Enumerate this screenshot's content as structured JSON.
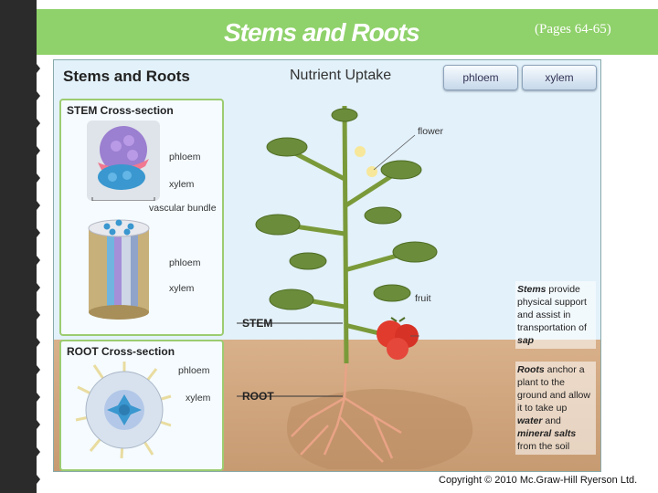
{
  "slide": {
    "title": "Stems and Roots",
    "pages": "(Pages 64-65)",
    "copyright": "Copyright © 2010 Mc.Graw-Hill Ryerson Ltd."
  },
  "figure": {
    "title": "Stems and Roots",
    "subtitle": "Nutrient Uptake",
    "buttons": [
      "phloem",
      "xylem"
    ],
    "stem_box": {
      "title": "STEM Cross-section",
      "labels": [
        "phloem",
        "xylem",
        "vascular bundle",
        "phloem",
        "xylem"
      ]
    },
    "root_box": {
      "title": "ROOT Cross-section",
      "labels": [
        "phloem",
        "xylem"
      ]
    },
    "plant_labels": {
      "flower": "flower",
      "fruit": "fruit",
      "stem": "STEM",
      "root": "ROOT"
    },
    "notes": {
      "stems_1": "Stems",
      "stems_2": " provide physical support and assist in transportation of ",
      "stems_3": "sap",
      "roots_1": "Roots",
      "roots_2": " anchor a plant to the ground and allow it to take up ",
      "roots_3": "water",
      "roots_4": " and ",
      "roots_5": "mineral salts",
      "roots_6": " from the soil"
    }
  },
  "colors": {
    "header": "#8fd16a",
    "box_border": "#9ccc70",
    "phloem": "#9b7fd0",
    "xylem": "#3a97cf",
    "fruit": "#e13b2d"
  }
}
